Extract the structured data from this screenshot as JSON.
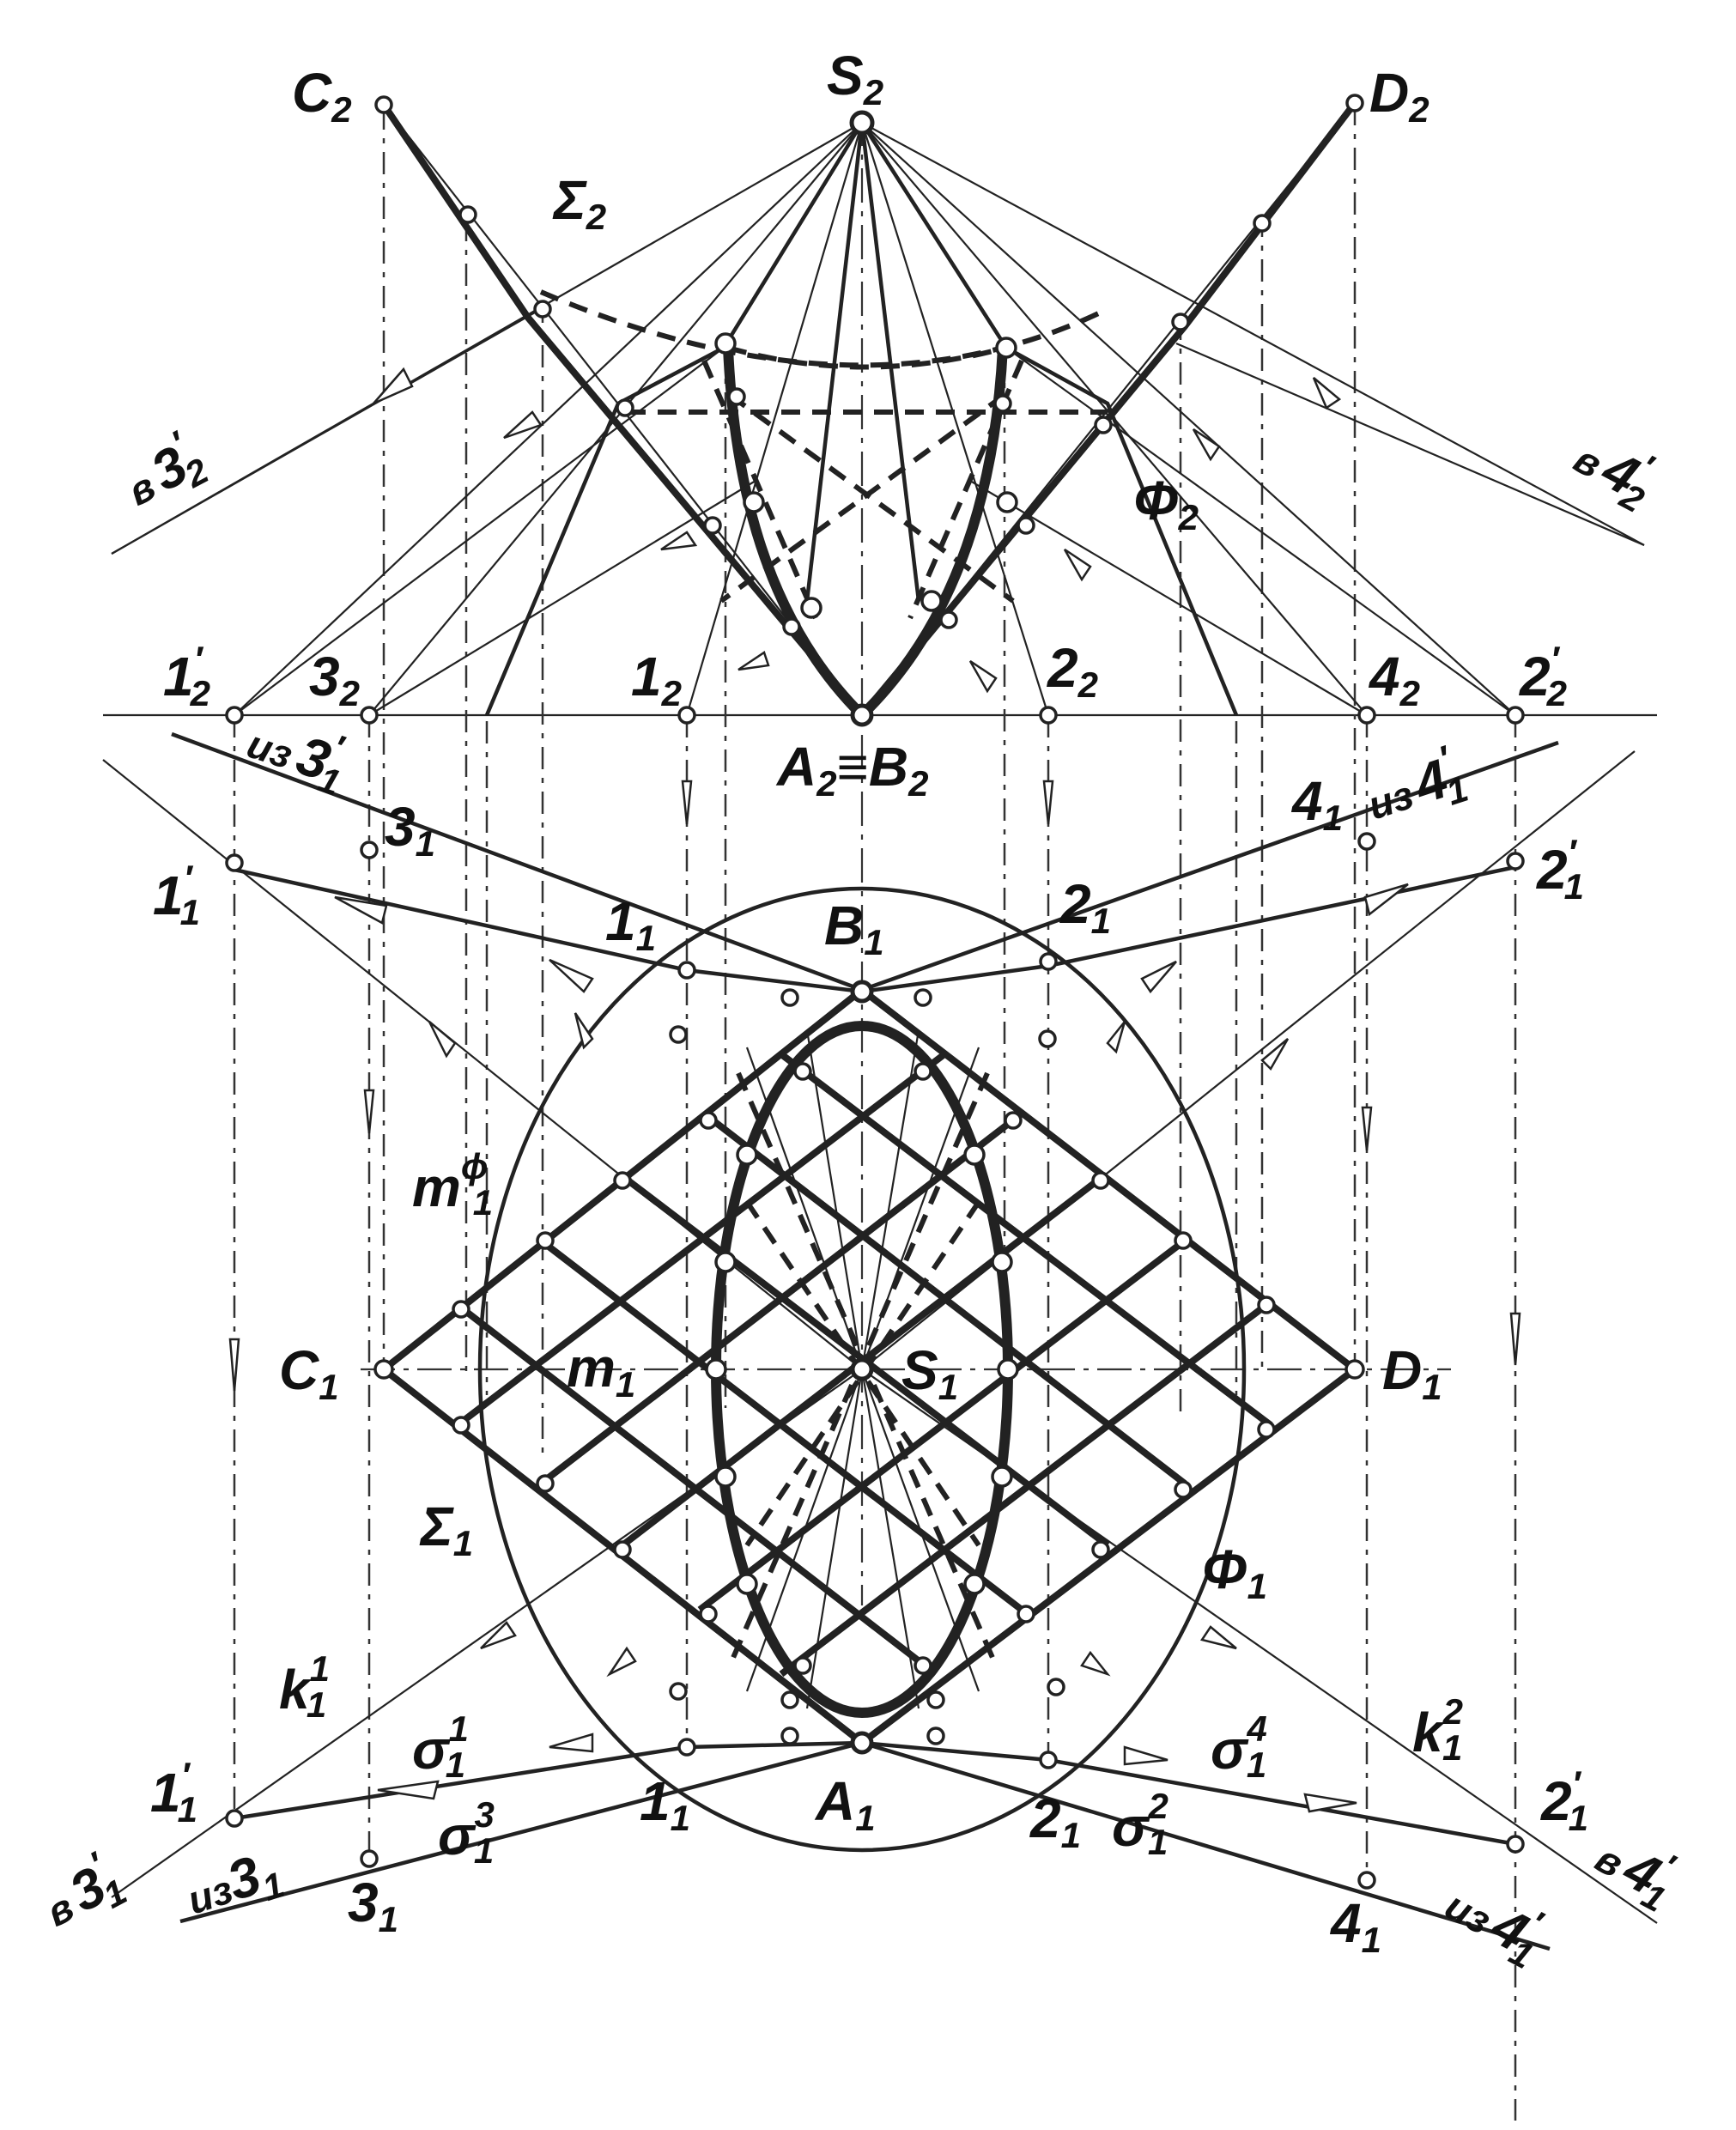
{
  "labels": {
    "C2": {
      "main": "C",
      "sub": "2"
    },
    "S2": {
      "main": "S",
      "sub": "2"
    },
    "D2": {
      "main": "D",
      "sub": "2"
    },
    "Sigma2": {
      "main": "Σ",
      "sub": "2"
    },
    "v3p2": {
      "prefix": "в",
      "main": "3",
      "sup": "′",
      "sub": "2"
    },
    "v4p2": {
      "prefix": "в",
      "main": "4",
      "sup": "′",
      "sub": "2"
    },
    "Phi2": {
      "main": "Φ",
      "sub": "2"
    },
    "p1p2": {
      "main": "1",
      "sup": "′",
      "sub": "2"
    },
    "p32": {
      "main": "3",
      "sub": "2"
    },
    "p12": {
      "main": "1",
      "sub": "2"
    },
    "p22": {
      "main": "2",
      "sub": "2"
    },
    "p42": {
      "main": "4",
      "sub": "2"
    },
    "p2p2": {
      "main": "2",
      "sup": "′",
      "sub": "2"
    },
    "A2B2": {
      "main": "A",
      "sub": "2",
      "sep": "≡",
      "main2": "B",
      "sub2": "2"
    },
    "iz3p1": {
      "prefix": "из",
      "main": "3",
      "sup": "′",
      "sub": "1"
    },
    "p31top": {
      "main": "3",
      "sub": "1"
    },
    "p41top": {
      "main": "4",
      "sub": "1"
    },
    "iz4p1": {
      "prefix": "из",
      "main": "4",
      "sup": "′",
      "sub": "1"
    },
    "p1p1top": {
      "main": "1",
      "sup": "′",
      "sub": "1"
    },
    "p2p1top": {
      "main": "2",
      "sup": "′",
      "sub": "1"
    },
    "p11top": {
      "main": "1",
      "sub": "1"
    },
    "B1": {
      "main": "B",
      "sub": "1"
    },
    "p21top": {
      "main": "2",
      "sub": "1"
    },
    "m1phi": {
      "main": "m",
      "sup": "ϕ",
      "sub": "1"
    },
    "C1": {
      "main": "C",
      "sub": "1"
    },
    "m1": {
      "main": "m",
      "sub": "1"
    },
    "S1": {
      "main": "S",
      "sub": "1"
    },
    "D1": {
      "main": "D",
      "sub": "1"
    },
    "Sigma1": {
      "main": "Σ",
      "sub": "1"
    },
    "Phi1": {
      "main": "Φ",
      "sub": "1"
    },
    "k11": {
      "main": "k",
      "sup": "1",
      "sub": "1"
    },
    "k12": {
      "main": "k",
      "sup": "2",
      "sub": "1"
    },
    "sigma11": {
      "main": "σ",
      "sup": "1",
      "sub": "1"
    },
    "sigma14": {
      "main": "σ",
      "sup": "4",
      "sub": "1"
    },
    "sigma13": {
      "main": "σ",
      "sup": "3",
      "sub": "1"
    },
    "sigma12": {
      "main": "σ",
      "sup": "2",
      "sub": "1"
    },
    "p1p1bot": {
      "main": "1",
      "sup": "′",
      "sub": "1"
    },
    "p11bot": {
      "main": "1",
      "sub": "1"
    },
    "A1": {
      "main": "A",
      "sub": "1"
    },
    "p21bot": {
      "main": "2",
      "sub": "1"
    },
    "p2p1bot": {
      "main": "2",
      "sup": "′",
      "sub": "1"
    },
    "v3p1": {
      "prefix": "в",
      "main": "3",
      "sup": "′",
      "sub": "1"
    },
    "iz31": {
      "prefix": "из",
      "main": "3",
      "sub": "1"
    },
    "p31bot": {
      "main": "3",
      "sub": "1"
    },
    "p41bot": {
      "main": "4",
      "sub": "1"
    },
    "iz4p1bot": {
      "prefix": "из",
      "main": "4",
      "sup": "′",
      "sub": "1"
    },
    "v4p1": {
      "prefix": "в",
      "main": "4",
      "sup": "′",
      "sub": "1"
    }
  },
  "colors": {
    "ink": "#222222",
    "paper": "#ffffff"
  }
}
